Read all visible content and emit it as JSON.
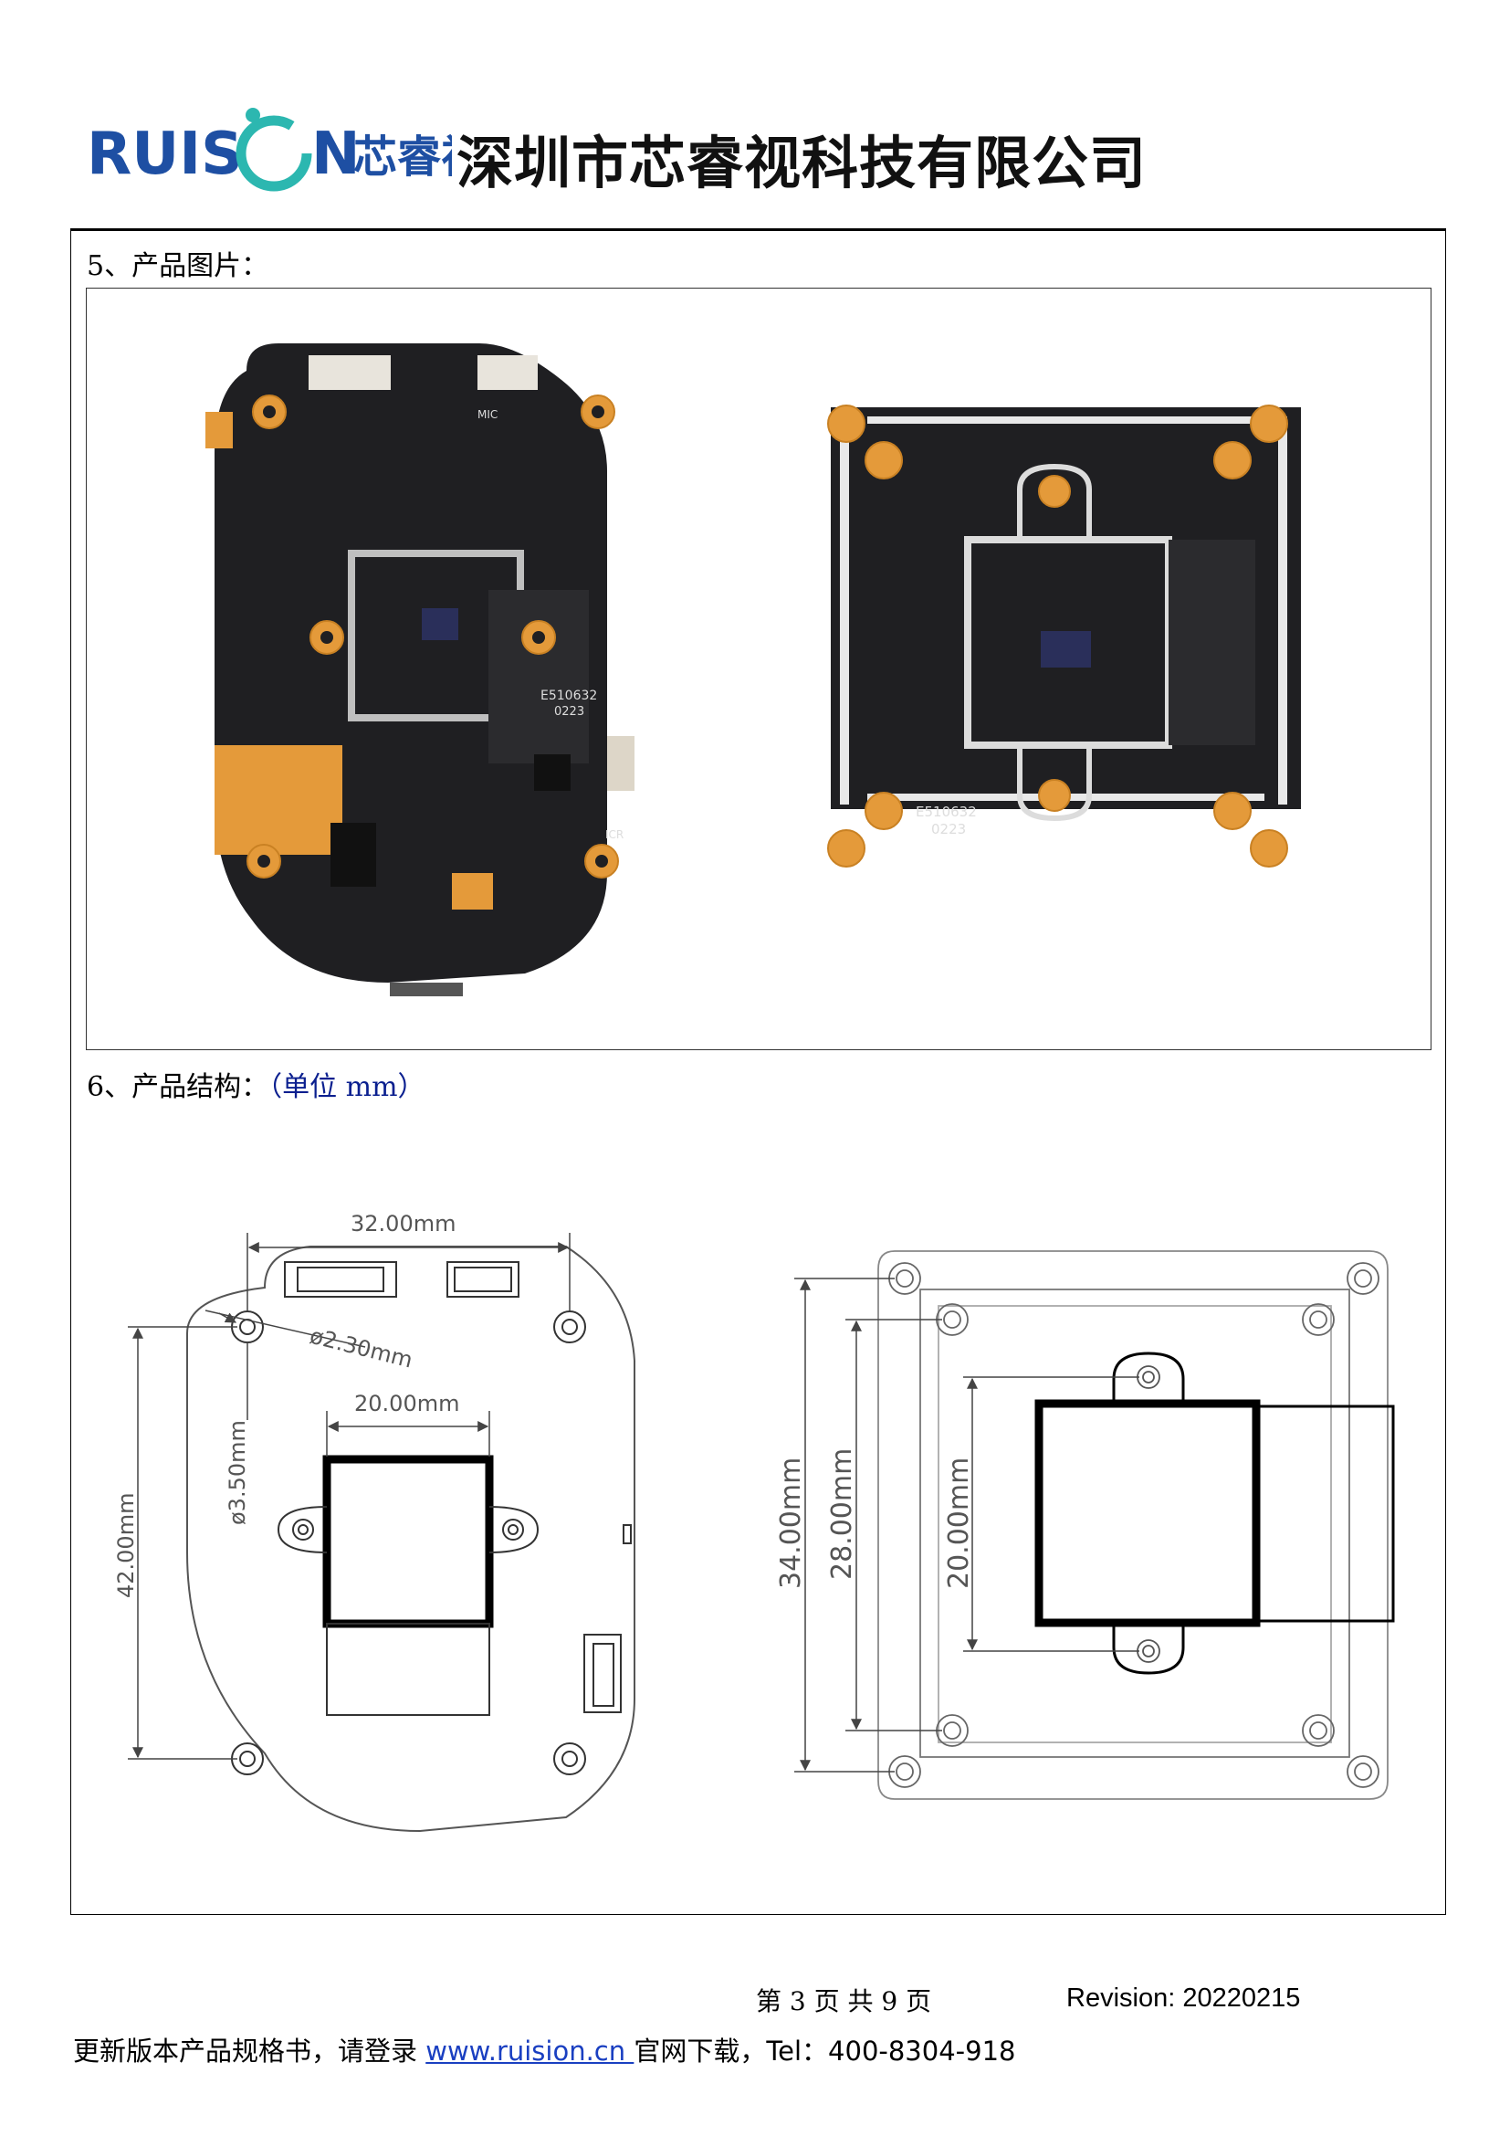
{
  "header": {
    "brand_en_left": "RUIS",
    "brand_en_right": "N",
    "brand_cn": "芯睿视",
    "company_name": "深圳市芯睿视科技有限公司",
    "brand_color": "#1e4fa3",
    "accent_color": "#2cb7b0"
  },
  "sections": {
    "photos_title": "5、产品图片：",
    "structure_title": "6、产品结构：",
    "structure_unit": "（单位 mm）"
  },
  "board_photo_labels": {
    "left_mic": "MIC",
    "left_icr": "ICR",
    "left_cert": "E510632",
    "left_code": "0223",
    "right_cert": "E510632",
    "right_code": "0223"
  },
  "drawing": {
    "left_width": "32.00mm",
    "left_hole_dia": "ø2.30mm",
    "left_sensor_width": "20.00mm",
    "left_hole_offset": "ø3.50mm",
    "left_height": "42.00mm",
    "right_outer": "34.00mm",
    "right_inner": "28.00mm",
    "right_sensor": "20.00mm"
  },
  "footer": {
    "page_text": "第 3 页 共 9 页",
    "revision": "Revision: 20220215",
    "note_prefix": "更新版本产品规格书，请登录 ",
    "link_text": "www.ruision.cn ",
    "note_suffix": "官网下载，Tel：400-8304-918"
  }
}
